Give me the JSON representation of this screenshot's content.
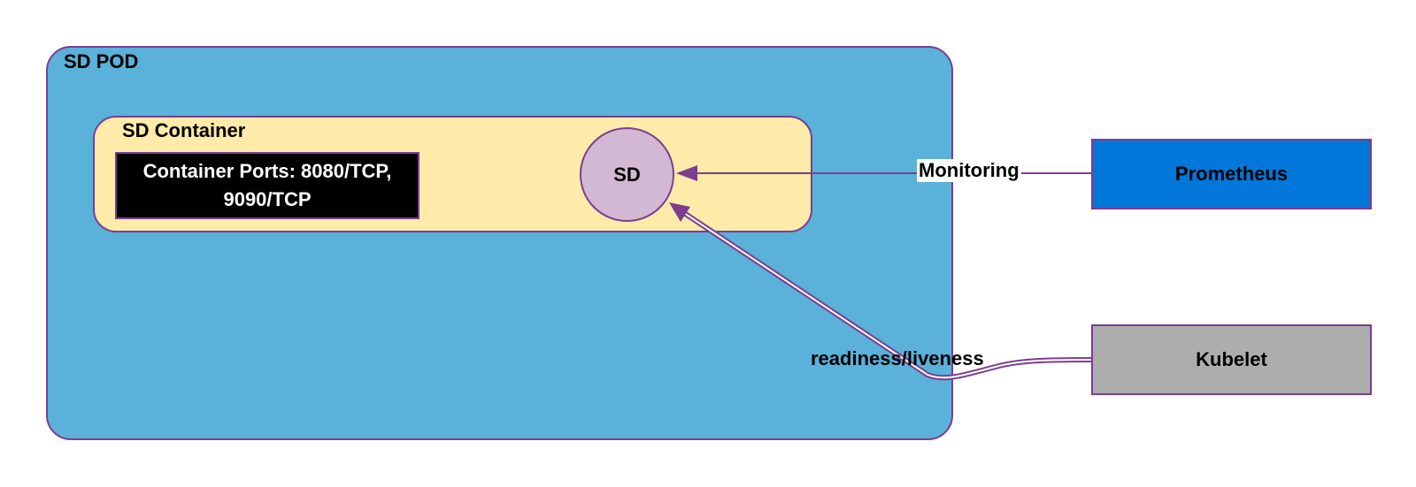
{
  "pod": {
    "label": "SD POD"
  },
  "container": {
    "label": "SD Container",
    "ports_label": "Container Ports: 8080/TCP, 9090/TCP"
  },
  "sd_node": {
    "label": "SD"
  },
  "prometheus": {
    "label": "Prometheus"
  },
  "kubelet": {
    "label": "Kubelet"
  },
  "edges": {
    "monitoring_label": "Monitoring",
    "probe_label": "readiness/liveness"
  },
  "colors": {
    "pod_fill": "#5ab1d9",
    "container_fill": "#feeaa9",
    "ports_fill": "#000000",
    "sd_fill": "#d3b8d3",
    "prometheus_fill": "#0077d9",
    "kubelet_fill": "#adadad",
    "border": "#7b3e8f"
  }
}
